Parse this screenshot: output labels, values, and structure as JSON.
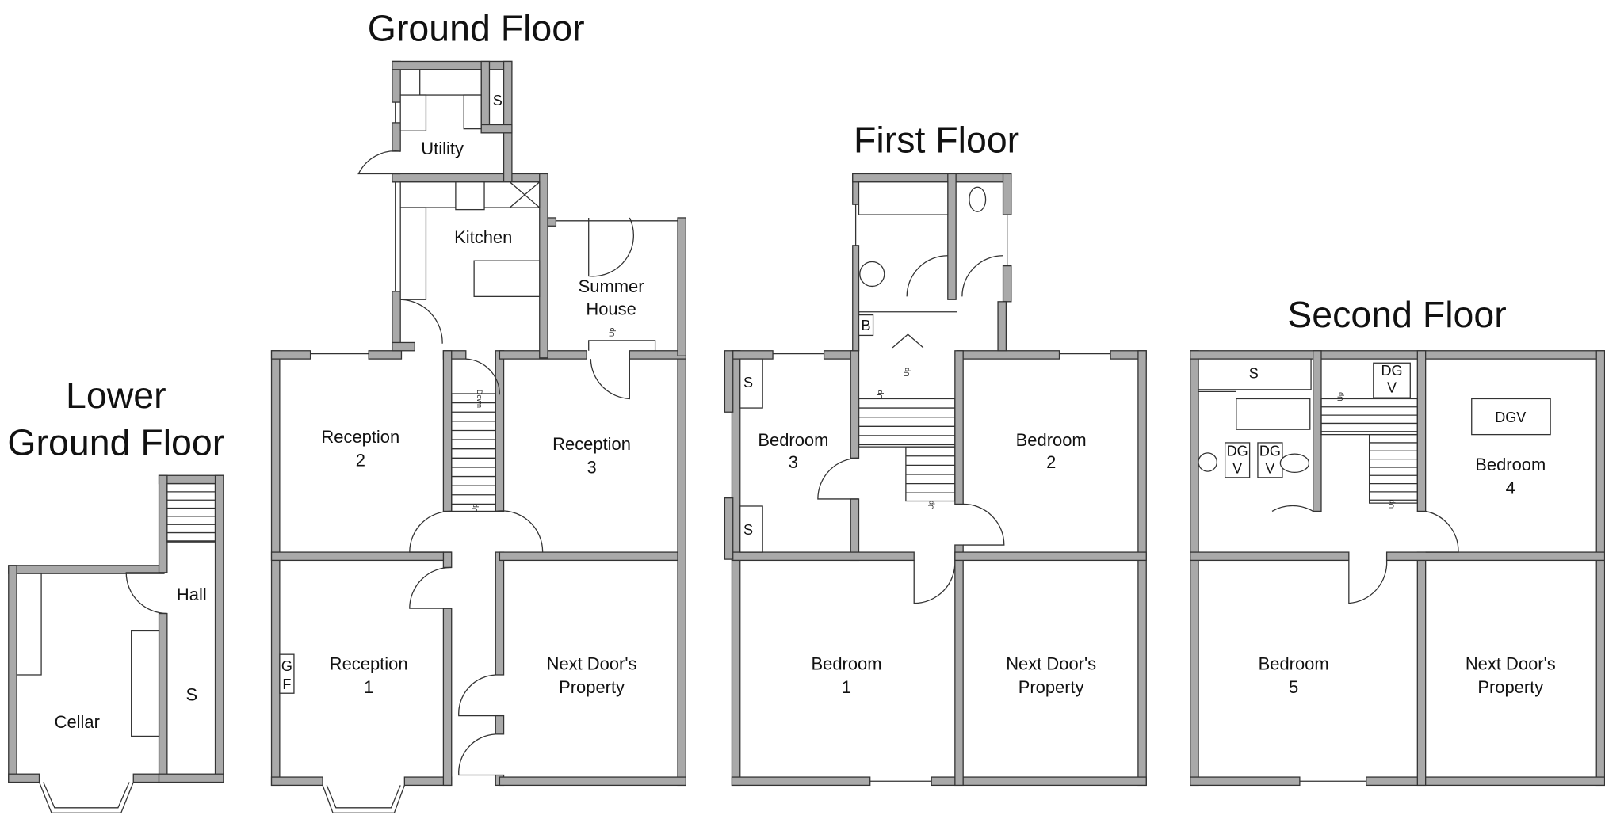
{
  "floors": {
    "lower_ground": {
      "title_line1": "Lower",
      "title_line2": "Ground Floor",
      "rooms": {
        "cellar": "Cellar",
        "hall": "Hall",
        "store": "S"
      }
    },
    "ground": {
      "title": "Ground Floor",
      "rooms": {
        "utility": "Utility",
        "store": "S",
        "kitchen": "Kitchen",
        "summer_house_1": "Summer",
        "summer_house_2": "House",
        "reception2_1": "Reception",
        "reception2_2": "2",
        "reception3_1": "Reception",
        "reception3_2": "3",
        "reception1_1": "Reception",
        "reception1_2": "1",
        "next_door_1": "Next Door's",
        "next_door_2": "Property",
        "gf_1": "G",
        "gf_2": "F"
      },
      "stairs": {
        "down": "Down",
        "up": "Up",
        "summer_up": "Up"
      }
    },
    "first": {
      "title": "First Floor",
      "rooms": {
        "bedroom3_1": "Bedroom",
        "bedroom3_2": "3",
        "bedroom2_1": "Bedroom",
        "bedroom2_2": "2",
        "bedroom1_1": "Bedroom",
        "bedroom1_2": "1",
        "next_door_1": "Next Door's",
        "next_door_2": "Property",
        "boiler": "B",
        "store_a": "S",
        "store_b": "S"
      },
      "stairs": {
        "up_a": "Up",
        "up_b": "Up",
        "up_c": "Up"
      }
    },
    "second": {
      "title": "Second Floor",
      "rooms": {
        "store": "S",
        "dgv_top_1": "DG",
        "dgv_top_2": "V",
        "dgv_box": "DGV",
        "dgv_a_1": "DG",
        "dgv_a_2": "V",
        "dgv_b_1": "DG",
        "dgv_b_2": "V",
        "bedroom4_1": "Bedroom",
        "bedroom4_2": "4",
        "bedroom5_1": "Bedroom",
        "bedroom5_2": "5",
        "next_door_1": "Next Door's",
        "next_door_2": "Property"
      },
      "stairs": {
        "up_a": "Up",
        "up_b": "Up"
      }
    }
  },
  "colors": {
    "wall": "#a9a9a9",
    "outline": "#333333"
  }
}
